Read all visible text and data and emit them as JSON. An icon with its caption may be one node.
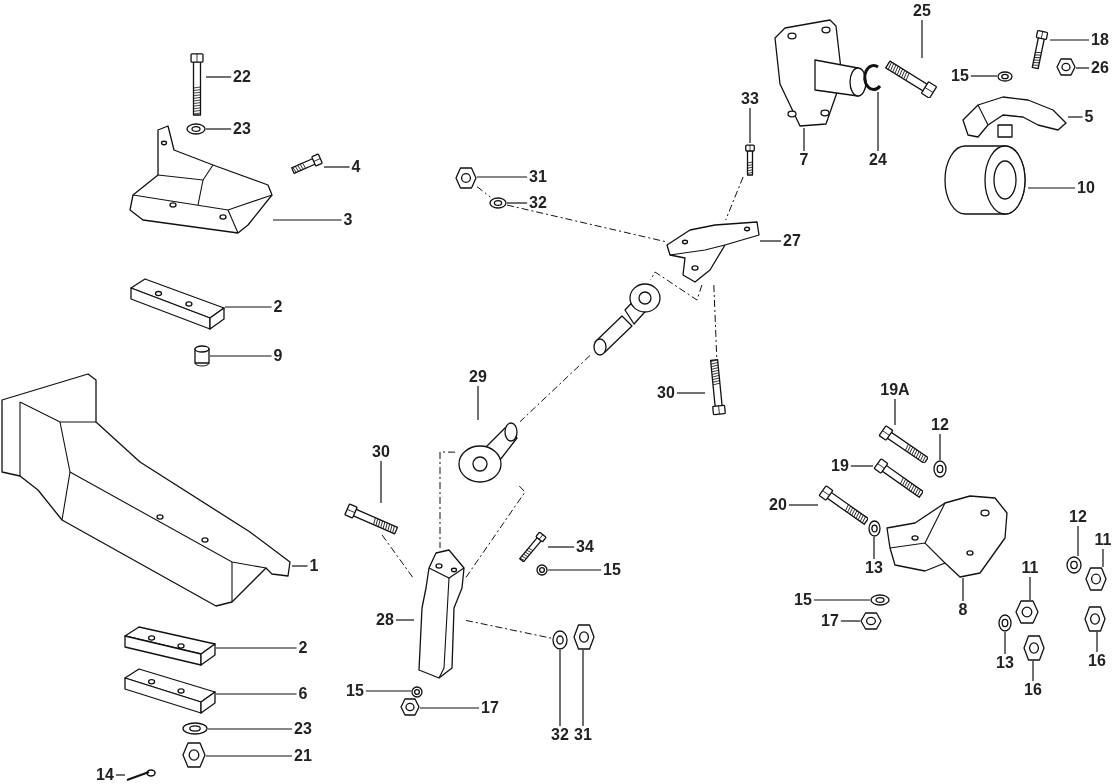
{
  "diagram": {
    "nodes": [
      {
        "text": [
          "22"
        ]
      },
      {
        "text": [],
        "shape": "picture"
      },
      {
        "text": [
          "23"
        ]
      },
      {
        "text": [],
        "shape": "picture"
      },
      {
        "text": [
          "4"
        ]
      },
      {
        "text": [],
        "shape": "picture"
      },
      {
        "text": [
          "3"
        ]
      },
      {
        "text": [],
        "shape": "picture"
      },
      {
        "text": [
          "2"
        ]
      },
      {
        "text": [],
        "shape": "picture"
      },
      {
        "text": [
          "9"
        ]
      },
      {
        "text": [],
        "shape": "cylinder"
      },
      {
        "text": [
          "1"
        ]
      },
      {
        "text": [],
        "shape": "picture"
      },
      {
        "text": [
          "33"
        ]
      },
      {
        "text": [],
        "shape": "picture"
      },
      {
        "text": [
          "31"
        ]
      },
      {
        "text": [],
        "shape": "picture"
      },
      {
        "text": [
          "32"
        ]
      },
      {
        "text": [],
        "shape": "picture"
      },
      {
        "text": [
          "27"
        ]
      },
      {
        "text": [],
        "shape": "picture"
      },
      {
        "text": [
          "30"
        ]
      },
      {
        "text": [],
        "shape": "picture"
      },
      {
        "text": [
          "29"
        ]
      },
      {
        "text": [],
        "shape": "picture"
      },
      {
        "text": [
          "30"
        ]
      },
      {
        "text": [],
        "shape": "picture"
      },
      {
        "text": [
          "34"
        ]
      },
      {
        "text": [],
        "shape": "picture"
      },
      {
        "text": [
          "15"
        ]
      },
      {
        "text": [],
        "shape": "picture"
      },
      {
        "text": [
          "28"
        ]
      },
      {
        "text": [],
        "shape": "picture"
      },
      {
        "text": [
          "32"
        ]
      },
      {
        "text": [],
        "shape": "picture"
      },
      {
        "text": [
          "31"
        ]
      },
      {
        "text": [],
        "shape": "picture"
      },
      {
        "text": [
          "15"
        ]
      },
      {
        "text": [],
        "shape": "picture"
      },
      {
        "text": [
          "17"
        ]
      },
      {
        "text": [],
        "shape": "picture"
      },
      {
        "text": [
          "2"
        ]
      },
      {
        "text": [],
        "shape": "picture"
      },
      {
        "text": [
          "6"
        ]
      },
      {
        "text": [],
        "shape": "picture"
      },
      {
        "text": [
          "23"
        ]
      },
      {
        "text": [],
        "shape": "picture"
      },
      {
        "text": [
          "21"
        ]
      },
      {
        "text": [],
        "shape": "picture"
      },
      {
        "text": [
          "14"
        ]
      },
      {
        "text": [],
        "shape": "picture"
      },
      {
        "text": [
          "7"
        ]
      },
      {
        "text": [],
        "shape": "picture"
      },
      {
        "text": [
          "24"
        ]
      },
      {
        "text": [],
        "shape": "picture"
      },
      {
        "text": [
          "25"
        ]
      },
      {
        "text": [],
        "shape": "picture"
      },
      {
        "text": [
          "18"
        ]
      },
      {
        "text": [],
        "shape": "picture"
      },
      {
        "text": [
          "15"
        ]
      },
      {
        "text": [],
        "shape": "picture"
      },
      {
        "text": [
          "26"
        ]
      },
      {
        "text": [],
        "shape": "picture"
      },
      {
        "text": [
          "5"
        ]
      },
      {
        "text": [],
        "shape": "picture"
      },
      {
        "text": [
          "10"
        ]
      },
      {
        "text": [],
        "shape": "picture"
      },
      {
        "text": [
          "19A"
        ]
      },
      {
        "text": [],
        "shape": "picture"
      },
      {
        "text": [
          "12"
        ]
      },
      {
        "text": [],
        "shape": "picture"
      },
      {
        "text": [
          "19"
        ]
      },
      {
        "text": [],
        "shape": "picture"
      },
      {
        "text": [
          "20"
        ]
      },
      {
        "text": [],
        "shape": "picture"
      },
      {
        "text": [
          "13"
        ]
      },
      {
        "text": [],
        "shape": "picture"
      },
      {
        "text": [
          "8"
        ]
      },
      {
        "text": [],
        "shape": "picture"
      },
      {
        "text": [
          "15"
        ]
      },
      {
        "text": [],
        "shape": "picture"
      },
      {
        "text": [
          "17"
        ]
      },
      {
        "text": [],
        "shape": "picture"
      },
      {
        "text": [
          "13"
        ]
      },
      {
        "text": [],
        "shape": "picture"
      },
      {
        "text": [
          "11"
        ]
      },
      {
        "text": [],
        "shape": "picture"
      },
      {
        "text": [
          "16"
        ]
      },
      {
        "text": [],
        "shape": "picture"
      },
      {
        "text": [
          "12"
        ]
      },
      {
        "text": [],
        "shape": "picture"
      },
      {
        "text": [
          "11"
        ]
      },
      {
        "text": [],
        "shape": "picture"
      },
      {
        "text": [
          "16"
        ]
      },
      {
        "text": [],
        "shape": "picture"
      },
      {
        "text": [],
        "shape": "picture"
      }
    ],
    "edges": [
      {
        "from": 0,
        "to": 1,
        "arrow": "none"
      },
      {
        "from": 2,
        "to": 3,
        "arrow": "none"
      },
      {
        "from": 4,
        "to": 5,
        "arrow": "none"
      },
      {
        "from": 6,
        "to": 7,
        "arrow": "none"
      },
      {
        "from": 8,
        "to": 9,
        "arrow": "none"
      },
      {
        "from": 10,
        "to": 11,
        "arrow": "none"
      },
      {
        "from": 12,
        "to": 13,
        "arrow": "none"
      },
      {
        "from": 14,
        "to": 15,
        "arrow": "none"
      },
      {
        "from": 16,
        "to": 17,
        "arrow": "none"
      },
      {
        "from": 18,
        "to": 19,
        "arrow": "none"
      },
      {
        "from": 20,
        "to": 21,
        "arrow": "none"
      },
      {
        "from": 22,
        "to": 23,
        "arrow": "none"
      },
      {
        "from": 24,
        "to": 25,
        "arrow": "none"
      },
      {
        "from": 26,
        "to": 27,
        "arrow": "none"
      },
      {
        "from": 28,
        "to": 29,
        "arrow": "none"
      },
      {
        "from": 30,
        "to": 31,
        "arrow": "none"
      },
      {
        "from": 32,
        "to": 33,
        "arrow": "none"
      },
      {
        "from": 34,
        "to": 35,
        "arrow": "none"
      },
      {
        "from": 36,
        "to": 37,
        "arrow": "none"
      },
      {
        "from": 38,
        "to": 39,
        "arrow": "none"
      },
      {
        "from": 40,
        "to": 41,
        "arrow": "none"
      },
      {
        "from": 42,
        "to": 43,
        "arrow": "none"
      },
      {
        "from": 44,
        "to": 45,
        "arrow": "none"
      },
      {
        "from": 46,
        "to": 47,
        "arrow": "none"
      },
      {
        "from": 48,
        "to": 49,
        "arrow": "none"
      },
      {
        "from": 50,
        "to": 51,
        "arrow": "none"
      },
      {
        "from": 52,
        "to": 53,
        "arrow": "none"
      },
      {
        "from": 54,
        "to": 55,
        "arrow": "none"
      },
      {
        "from": 56,
        "to": 57,
        "arrow": "none"
      },
      {
        "from": 58,
        "to": 59,
        "arrow": "none"
      },
      {
        "from": 60,
        "to": 61,
        "arrow": "none"
      },
      {
        "from": 62,
        "to": 63,
        "arrow": "none"
      },
      {
        "from": 64,
        "to": 65,
        "arrow": "none"
      },
      {
        "from": 66,
        "to": 67,
        "arrow": "none"
      },
      {
        "from": 68,
        "to": 69,
        "arrow": "none"
      },
      {
        "from": 70,
        "to": 71,
        "arrow": "none"
      },
      {
        "from": 72,
        "to": 73,
        "arrow": "none"
      },
      {
        "from": 74,
        "to": 75,
        "arrow": "none"
      },
      {
        "from": 76,
        "to": 77,
        "arrow": "none"
      },
      {
        "from": 78,
        "to": 79,
        "arrow": "none"
      },
      {
        "from": 80,
        "to": 81,
        "arrow": "none"
      },
      {
        "from": 82,
        "to": 83,
        "arrow": "none"
      },
      {
        "from": 84,
        "to": 85,
        "arrow": "none"
      },
      {
        "from": 86,
        "to": 87,
        "arrow": "none"
      },
      {
        "from": 88,
        "to": 89,
        "arrow": "none"
      },
      {
        "from": 90,
        "to": 91,
        "arrow": "none"
      },
      {
        "from": 92,
        "to": 93,
        "arrow": "none"
      },
      {
        "from": 94,
        "to": 95,
        "arrow": "none"
      },
      {
        "from": 27,
        "to": 33,
        "arrow": "none",
        "style": "dashed"
      },
      {
        "from": 33,
        "to": 35,
        "arrow": "none",
        "style": "dashed"
      },
      {
        "from": 17,
        "to": 19,
        "arrow": "none",
        "style": "dashed"
      },
      {
        "from": 19,
        "to": 21,
        "arrow": "none",
        "style": "dashed"
      },
      {
        "from": 15,
        "to": 21,
        "arrow": "none",
        "style": "dashed"
      },
      {
        "from": 21,
        "to": 23,
        "arrow": "none",
        "style": "dashed"
      },
      {
        "from": 21,
        "to": 96,
        "arrow": "none",
        "style": "dashed"
      },
      {
        "from": 96,
        "to": 25,
        "arrow": "none",
        "style": "dashed"
      },
      {
        "from": 25,
        "to": 33,
        "arrow": "none",
        "style": "dashed"
      },
      {
        "from": 33,
        "to": 25,
        "arrow": "none",
        "style": "dashed"
      }
    ]
  }
}
